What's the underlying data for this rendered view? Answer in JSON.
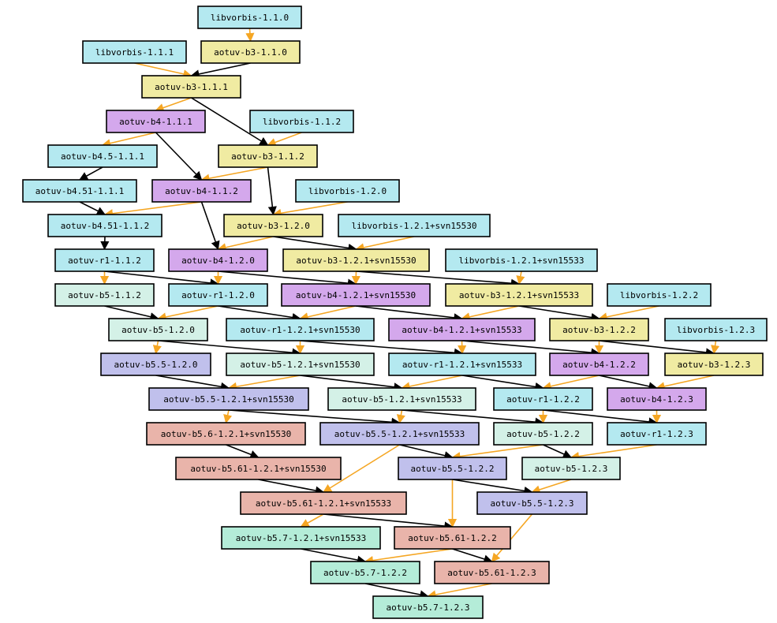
{
  "colors": {
    "libvorbis": "#b4e9f0",
    "b3": "#f0eba2",
    "b4": "#d4a8ec",
    "r1": "#b4e9f0",
    "b5": "#d4f1e7",
    "b55": "#c0c0ec",
    "b56": "#e9b4aa",
    "b57": "#b4ecd8",
    "edge_merge": "#f5a623",
    "edge_lineage": "#000000"
  },
  "nodes": {
    "lv110": {
      "label": "libvorbis-1.1.0",
      "group": "libvorbis"
    },
    "lv111": {
      "label": "libvorbis-1.1.1",
      "group": "libvorbis"
    },
    "b3_110": {
      "label": "aotuv-b3-1.1.0",
      "group": "b3"
    },
    "b3_111": {
      "label": "aotuv-b3-1.1.1",
      "group": "b3"
    },
    "b4_111": {
      "label": "aotuv-b4-1.1.1",
      "group": "b4"
    },
    "lv112": {
      "label": "libvorbis-1.1.2",
      "group": "libvorbis"
    },
    "b45_111": {
      "label": "aotuv-b4.5-1.1.1",
      "group": "libvorbis"
    },
    "b3_112": {
      "label": "aotuv-b3-1.1.2",
      "group": "b3"
    },
    "b451_111": {
      "label": "aotuv-b4.51-1.1.1",
      "group": "libvorbis"
    },
    "b4_112": {
      "label": "aotuv-b4-1.1.2",
      "group": "b4"
    },
    "lv120": {
      "label": "libvorbis-1.2.0",
      "group": "libvorbis"
    },
    "b451_112": {
      "label": "aotuv-b4.51-1.1.2",
      "group": "libvorbis"
    },
    "b3_120": {
      "label": "aotuv-b3-1.2.0",
      "group": "b3"
    },
    "lv121s30": {
      "label": "libvorbis-1.2.1+svn15530",
      "group": "libvorbis"
    },
    "r1_112": {
      "label": "aotuv-r1-1.1.2",
      "group": "r1"
    },
    "b4_120": {
      "label": "aotuv-b4-1.2.0",
      "group": "b4"
    },
    "b3_121s30": {
      "label": "aotuv-b3-1.2.1+svn15530",
      "group": "b3"
    },
    "lv121s33": {
      "label": "libvorbis-1.2.1+svn15533",
      "group": "libvorbis"
    },
    "b5_112": {
      "label": "aotuv-b5-1.1.2",
      "group": "b5"
    },
    "r1_120": {
      "label": "aotuv-r1-1.2.0",
      "group": "r1"
    },
    "b4_121s30": {
      "label": "aotuv-b4-1.2.1+svn15530",
      "group": "b4"
    },
    "b3_121s33": {
      "label": "aotuv-b3-1.2.1+svn15533",
      "group": "b3"
    },
    "lv122": {
      "label": "libvorbis-1.2.2",
      "group": "libvorbis"
    },
    "b5_120": {
      "label": "aotuv-b5-1.2.0",
      "group": "b5"
    },
    "r1_121s30": {
      "label": "aotuv-r1-1.2.1+svn15530",
      "group": "r1"
    },
    "b4_121s33": {
      "label": "aotuv-b4-1.2.1+svn15533",
      "group": "b4"
    },
    "b3_122": {
      "label": "aotuv-b3-1.2.2",
      "group": "b3"
    },
    "lv123": {
      "label": "libvorbis-1.2.3",
      "group": "libvorbis"
    },
    "b55_120": {
      "label": "aotuv-b5.5-1.2.0",
      "group": "b55"
    },
    "b5_121s30": {
      "label": "aotuv-b5-1.2.1+svn15530",
      "group": "b5"
    },
    "r1_121s33": {
      "label": "aotuv-r1-1.2.1+svn15533",
      "group": "r1"
    },
    "b4_122": {
      "label": "aotuv-b4-1.2.2",
      "group": "b4"
    },
    "b3_123": {
      "label": "aotuv-b3-1.2.3",
      "group": "b3"
    },
    "b55_121s30": {
      "label": "aotuv-b5.5-1.2.1+svn15530",
      "group": "b55"
    },
    "b5_121s33": {
      "label": "aotuv-b5-1.2.1+svn15533",
      "group": "b5"
    },
    "r1_122": {
      "label": "aotuv-r1-1.2.2",
      "group": "r1"
    },
    "b4_123": {
      "label": "aotuv-b4-1.2.3",
      "group": "b4"
    },
    "b56_121s30": {
      "label": "aotuv-b5.6-1.2.1+svn15530",
      "group": "b56"
    },
    "b55_121s33": {
      "label": "aotuv-b5.5-1.2.1+svn15533",
      "group": "b55"
    },
    "b5_122": {
      "label": "aotuv-b5-1.2.2",
      "group": "b5"
    },
    "r1_123": {
      "label": "aotuv-r1-1.2.3",
      "group": "r1"
    },
    "b561_121s30": {
      "label": "aotuv-b5.61-1.2.1+svn15530",
      "group": "b56"
    },
    "b55_122": {
      "label": "aotuv-b5.5-1.2.2",
      "group": "b55"
    },
    "b5_123": {
      "label": "aotuv-b5-1.2.3",
      "group": "b5"
    },
    "b561_121s33": {
      "label": "aotuv-b5.61-1.2.1+svn15533",
      "group": "b56"
    },
    "b55_123": {
      "label": "aotuv-b5.5-1.2.3",
      "group": "b55"
    },
    "b57_121s33": {
      "label": "aotuv-b5.7-1.2.1+svn15533",
      "group": "b57"
    },
    "b561_122": {
      "label": "aotuv-b5.61-1.2.2",
      "group": "b56"
    },
    "b57_122": {
      "label": "aotuv-b5.7-1.2.2",
      "group": "b57"
    },
    "b561_123": {
      "label": "aotuv-b5.61-1.2.3",
      "group": "b56"
    },
    "b57_123": {
      "label": "aotuv-b5.7-1.2.3",
      "group": "b57"
    }
  },
  "edges": [
    {
      "from": "lv110",
      "to": "b3_110",
      "kind": "merge"
    },
    {
      "from": "lv111",
      "to": "b3_111",
      "kind": "merge"
    },
    {
      "from": "b3_110",
      "to": "b3_111",
      "kind": "lineage"
    },
    {
      "from": "b3_111",
      "to": "b4_111",
      "kind": "merge"
    },
    {
      "from": "b3_111",
      "to": "b3_112",
      "kind": "lineage"
    },
    {
      "from": "lv112",
      "to": "b3_112",
      "kind": "merge"
    },
    {
      "from": "b4_111",
      "to": "b45_111",
      "kind": "merge"
    },
    {
      "from": "b4_111",
      "to": "b4_112",
      "kind": "lineage"
    },
    {
      "from": "b45_111",
      "to": "b451_111",
      "kind": "lineage"
    },
    {
      "from": "b3_112",
      "to": "b4_112",
      "kind": "merge"
    },
    {
      "from": "b3_112",
      "to": "b3_120",
      "kind": "lineage"
    },
    {
      "from": "b451_111",
      "to": "b451_112",
      "kind": "lineage"
    },
    {
      "from": "b4_112",
      "to": "b451_112",
      "kind": "merge"
    },
    {
      "from": "b4_112",
      "to": "b4_120",
      "kind": "lineage"
    },
    {
      "from": "lv120",
      "to": "b3_120",
      "kind": "merge"
    },
    {
      "from": "b451_112",
      "to": "r1_112",
      "kind": "lineage"
    },
    {
      "from": "b3_120",
      "to": "b4_120",
      "kind": "merge"
    },
    {
      "from": "b3_120",
      "to": "b3_121s30",
      "kind": "lineage"
    },
    {
      "from": "lv121s30",
      "to": "b3_121s30",
      "kind": "merge"
    },
    {
      "from": "r1_112",
      "to": "b5_112",
      "kind": "merge"
    },
    {
      "from": "r1_112",
      "to": "r1_120",
      "kind": "lineage"
    },
    {
      "from": "b4_120",
      "to": "r1_120",
      "kind": "merge"
    },
    {
      "from": "b4_120",
      "to": "b4_121s30",
      "kind": "lineage"
    },
    {
      "from": "b3_121s30",
      "to": "b4_121s30",
      "kind": "merge"
    },
    {
      "from": "b3_121s30",
      "to": "b3_121s33",
      "kind": "lineage"
    },
    {
      "from": "lv121s33",
      "to": "b3_121s33",
      "kind": "merge"
    },
    {
      "from": "b5_112",
      "to": "b5_120",
      "kind": "lineage"
    },
    {
      "from": "r1_120",
      "to": "b5_120",
      "kind": "merge"
    },
    {
      "from": "r1_120",
      "to": "r1_121s30",
      "kind": "lineage"
    },
    {
      "from": "b4_121s30",
      "to": "r1_121s30",
      "kind": "merge"
    },
    {
      "from": "b4_121s30",
      "to": "b4_121s33",
      "kind": "lineage"
    },
    {
      "from": "b3_121s33",
      "to": "b4_121s33",
      "kind": "merge"
    },
    {
      "from": "b3_121s33",
      "to": "b3_122",
      "kind": "lineage"
    },
    {
      "from": "lv122",
      "to": "b3_122",
      "kind": "merge"
    },
    {
      "from": "b5_120",
      "to": "b55_120",
      "kind": "merge"
    },
    {
      "from": "b5_120",
      "to": "b5_121s30",
      "kind": "lineage"
    },
    {
      "from": "r1_121s30",
      "to": "b5_121s30",
      "kind": "merge"
    },
    {
      "from": "r1_121s30",
      "to": "r1_121s33",
      "kind": "lineage"
    },
    {
      "from": "b4_121s33",
      "to": "r1_121s33",
      "kind": "merge"
    },
    {
      "from": "b4_121s33",
      "to": "b4_122",
      "kind": "lineage"
    },
    {
      "from": "b3_122",
      "to": "b4_122",
      "kind": "merge"
    },
    {
      "from": "b3_122",
      "to": "b3_123",
      "kind": "lineage"
    },
    {
      "from": "lv123",
      "to": "b3_123",
      "kind": "merge"
    },
    {
      "from": "b55_120",
      "to": "b55_121s30",
      "kind": "lineage"
    },
    {
      "from": "b5_121s30",
      "to": "b55_121s30",
      "kind": "merge"
    },
    {
      "from": "b5_121s30",
      "to": "b5_121s33",
      "kind": "lineage"
    },
    {
      "from": "r1_121s33",
      "to": "b5_121s33",
      "kind": "merge"
    },
    {
      "from": "r1_121s33",
      "to": "r1_122",
      "kind": "lineage"
    },
    {
      "from": "b4_122",
      "to": "r1_122",
      "kind": "merge"
    },
    {
      "from": "b4_122",
      "to": "b4_123",
      "kind": "lineage"
    },
    {
      "from": "b3_123",
      "to": "b4_123",
      "kind": "merge"
    },
    {
      "from": "b55_121s30",
      "to": "b56_121s30",
      "kind": "merge"
    },
    {
      "from": "b55_121s30",
      "to": "b55_121s33",
      "kind": "lineage"
    },
    {
      "from": "b5_121s33",
      "to": "b55_121s33",
      "kind": "merge"
    },
    {
      "from": "b5_121s33",
      "to": "b5_122",
      "kind": "lineage"
    },
    {
      "from": "r1_122",
      "to": "b5_122",
      "kind": "merge"
    },
    {
      "from": "r1_122",
      "to": "r1_123",
      "kind": "lineage"
    },
    {
      "from": "b4_123",
      "to": "r1_123",
      "kind": "merge"
    },
    {
      "from": "b56_121s30",
      "to": "b561_121s30",
      "kind": "lineage"
    },
    {
      "from": "b55_121s33",
      "to": "b561_121s33",
      "kind": "merge"
    },
    {
      "from": "b55_121s33",
      "to": "b55_122",
      "kind": "lineage"
    },
    {
      "from": "b5_122",
      "to": "b55_122",
      "kind": "merge"
    },
    {
      "from": "b5_122",
      "to": "b5_123",
      "kind": "lineage"
    },
    {
      "from": "r1_123",
      "to": "b5_123",
      "kind": "merge"
    },
    {
      "from": "b561_121s30",
      "to": "b561_121s33",
      "kind": "lineage"
    },
    {
      "from": "b55_122",
      "to": "b561_122",
      "kind": "merge"
    },
    {
      "from": "b55_122",
      "to": "b55_123",
      "kind": "lineage"
    },
    {
      "from": "b5_123",
      "to": "b55_123",
      "kind": "merge"
    },
    {
      "from": "b561_121s33",
      "to": "b57_121s33",
      "kind": "merge"
    },
    {
      "from": "b561_121s33",
      "to": "b561_122",
      "kind": "lineage"
    },
    {
      "from": "b57_121s33",
      "to": "b57_122",
      "kind": "lineage"
    },
    {
      "from": "b561_122",
      "to": "b57_122",
      "kind": "merge"
    },
    {
      "from": "b561_122",
      "to": "b561_123",
      "kind": "lineage"
    },
    {
      "from": "b55_123",
      "to": "b561_123",
      "kind": "merge"
    },
    {
      "from": "b57_122",
      "to": "b57_123",
      "kind": "lineage"
    },
    {
      "from": "b561_123",
      "to": "b57_123",
      "kind": "merge"
    }
  ]
}
